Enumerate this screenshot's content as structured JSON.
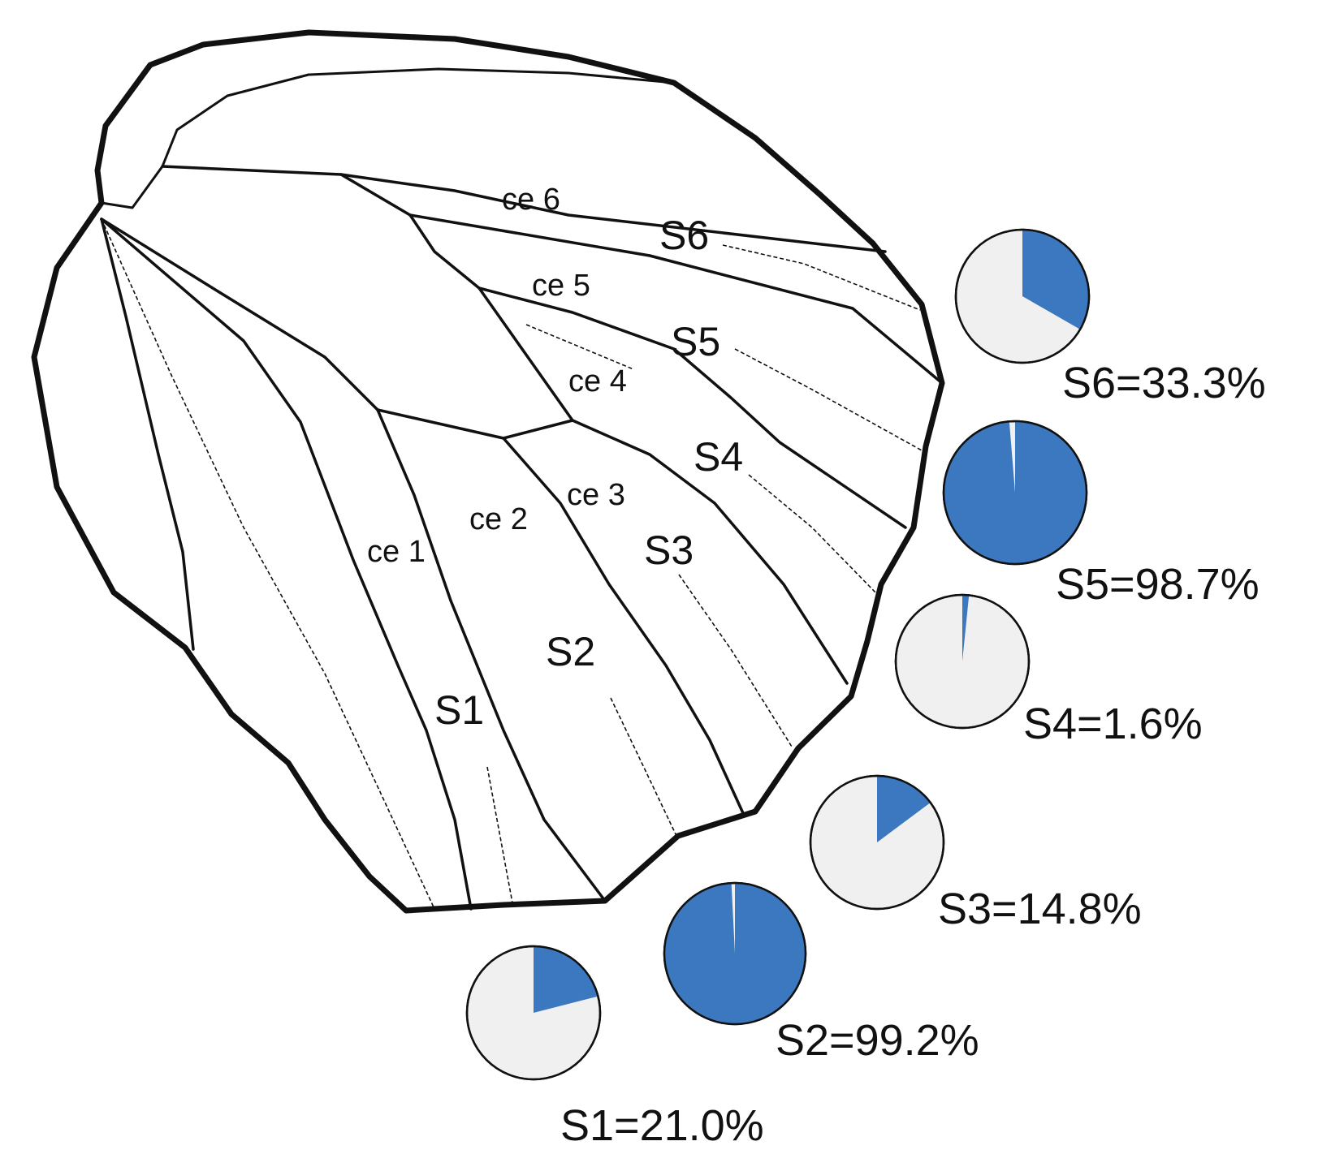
{
  "diagram": {
    "cells": [
      {
        "id": "ce1",
        "label": "ce 1"
      },
      {
        "id": "ce2",
        "label": "ce 2"
      },
      {
        "id": "ce3",
        "label": "ce 3"
      },
      {
        "id": "ce4",
        "label": "ce 4"
      },
      {
        "id": "ce5",
        "label": "ce 5"
      },
      {
        "id": "ce6",
        "label": "ce 6"
      }
    ],
    "spaces": [
      {
        "id": "S1",
        "label": "S1"
      },
      {
        "id": "S2",
        "label": "S2"
      },
      {
        "id": "S3",
        "label": "S3"
      },
      {
        "id": "S4",
        "label": "S4"
      },
      {
        "id": "S5",
        "label": "S5"
      },
      {
        "id": "S6",
        "label": "S6"
      }
    ]
  },
  "chart_data": {
    "type": "pie",
    "colors": {
      "filled": "#3b78bf",
      "empty": "#f0f0f0",
      "outline": "#111111"
    },
    "series": [
      {
        "space": "S1",
        "label": "S1=21.0%",
        "value": 21.0
      },
      {
        "space": "S2",
        "label": "S2=99.2%",
        "value": 99.2
      },
      {
        "space": "S3",
        "label": "S3=14.8%",
        "value": 14.8
      },
      {
        "space": "S4",
        "label": "S4=1.6%",
        "value": 1.6
      },
      {
        "space": "S5",
        "label": "S5=98.7%",
        "value": 98.7
      },
      {
        "space": "S6",
        "label": "S6=33.3%",
        "value": 33.3
      }
    ]
  }
}
